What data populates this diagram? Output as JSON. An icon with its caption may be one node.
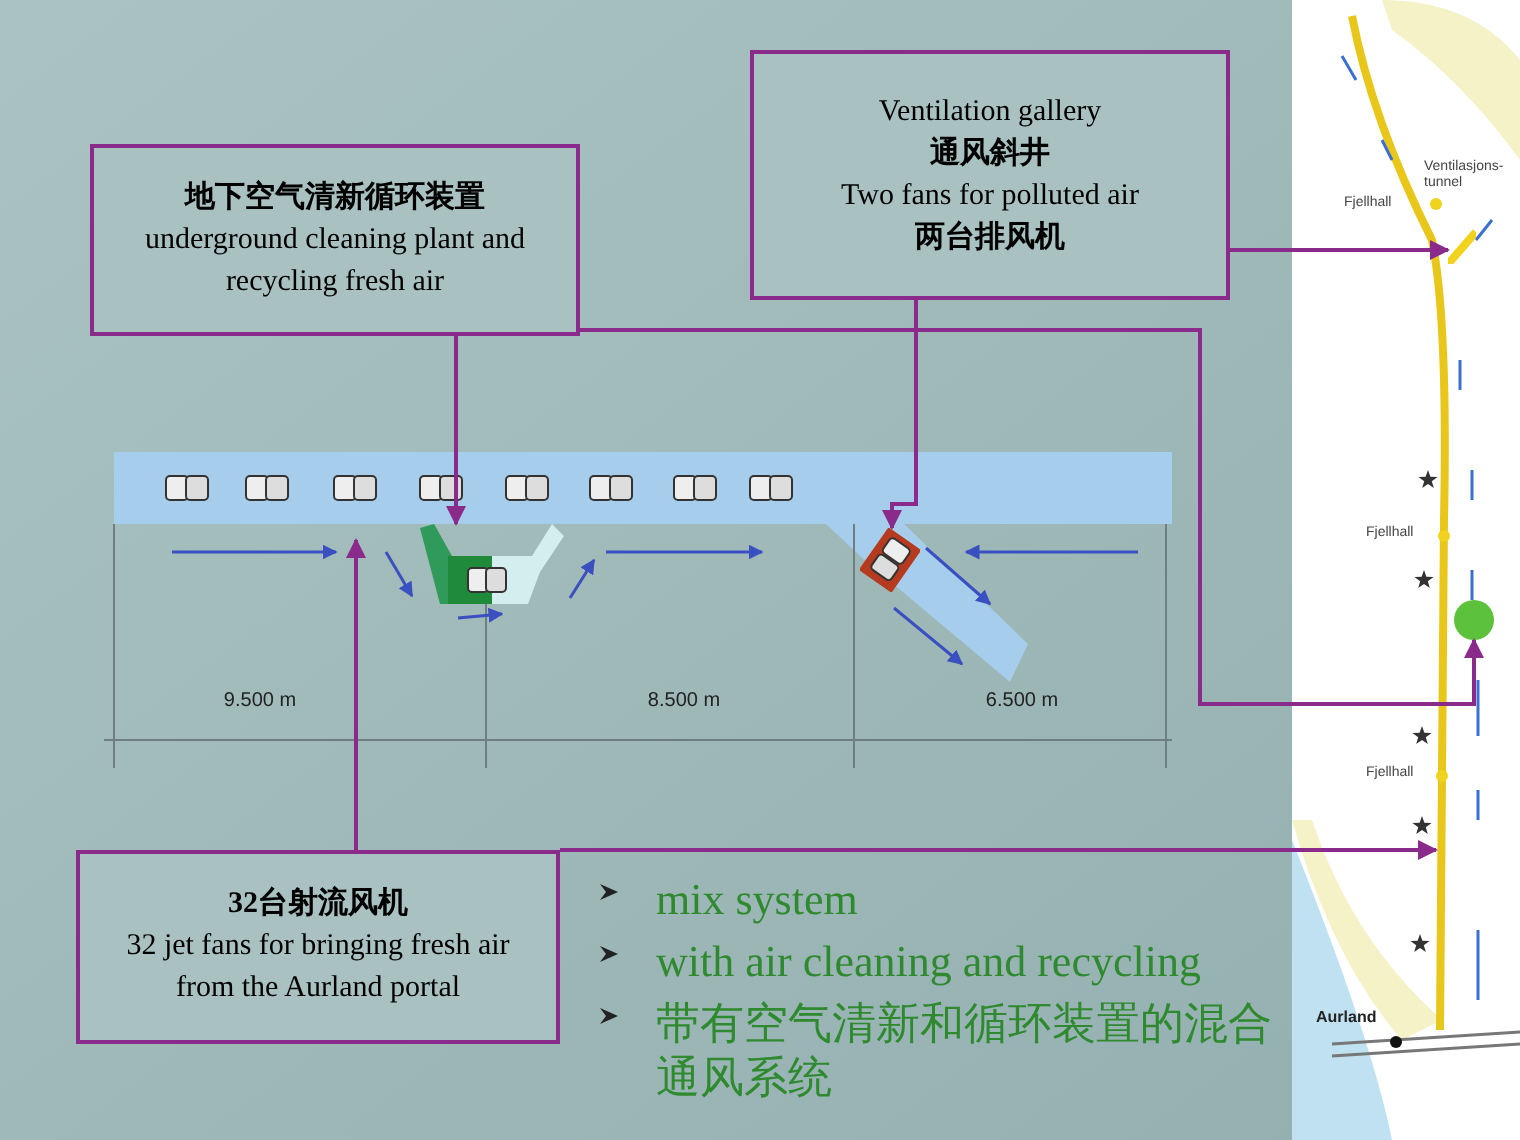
{
  "diagram": {
    "nodes": [
      {
        "text": [
          "地下空气清新循环装置",
          "underground cleaning plant and recycling fresh air"
        ]
      },
      {
        "text": [
          "Ventilation gallery",
          "通风斜井",
          "Two fans for polluted air",
          "两台排风机"
        ]
      },
      {
        "text": [
          "32台射流风机",
          "32 jet fans for bringing fresh air from the Aurland portal"
        ]
      },
      {
        "text": [],
        "shape": "picture"
      },
      {
        "text": [],
        "shape": "picture"
      },
      {
        "text": [],
        "shape": "picture"
      },
      {
        "text": [],
        "shape": "bar",
        "in": 5
      },
      {
        "text": [],
        "shape": "circle",
        "in": 5
      }
    ],
    "edges": [
      {
        "from": 0,
        "to": 3,
        "arrow": "to"
      },
      {
        "from": 1,
        "to": 4,
        "arrow": "to"
      },
      {
        "from": 2,
        "to": null,
        "arrow": "to"
      },
      {
        "from": 1,
        "to": 6,
        "arrow": "to"
      },
      {
        "from": 0,
        "to": 7,
        "arrow": "to"
      },
      {
        "from": 2,
        "to": null,
        "arrow": "to"
      }
    ],
    "labels": [
      "9.500 m",
      "8.500 m",
      "6.500 m",
      "Ventilasjons- tunnel",
      "Fjellhall",
      "Fjellhall",
      "Fjellhall",
      "Aurland",
      "mix system",
      "with air cleaning and recycling",
      "带有空气清新和循环装置的混合通风系统"
    ]
  }
}
